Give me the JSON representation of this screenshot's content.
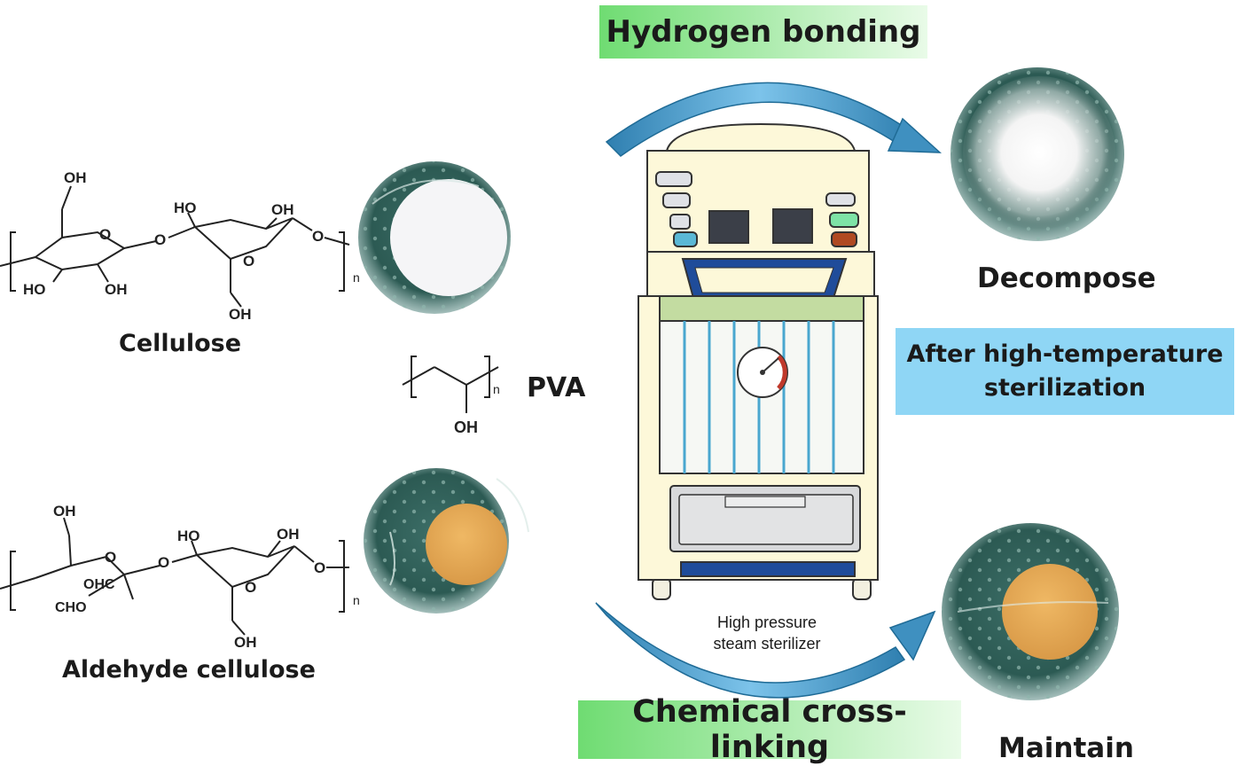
{
  "top_banner": "Hydrogen bonding",
  "bottom_banner": "Chemical cross-linking",
  "side_banner": {
    "line1": "After high-temperature",
    "line2": "sterilization"
  },
  "labels": {
    "cellulose": "Cellulose",
    "aldehyde_cellulose": "Aldehyde cellulose",
    "pva": "PVA",
    "decompose": "Decompose",
    "maintain": "Maintain",
    "sterilizer_line1": "High pressure",
    "sterilizer_line2": "steam sterilizer"
  },
  "chem": {
    "oh": "OH",
    "ho": "HO",
    "o": "O",
    "n": "n",
    "ohc": "OHC",
    "cho": "CHO"
  },
  "colors": {
    "banner_green": "#8de88f",
    "banner_blue": "#8fd6f5",
    "arrow_blue": "#4a9fd0",
    "sterilizer_body": "#fdf8d9",
    "dish_dark": "#2f5f58",
    "sample_white": "#f3f3f3",
    "sample_orange": "#e3a650"
  },
  "icons": [
    "curved-arrow-icon",
    "sterilizer-icon",
    "gauge-icon"
  ]
}
